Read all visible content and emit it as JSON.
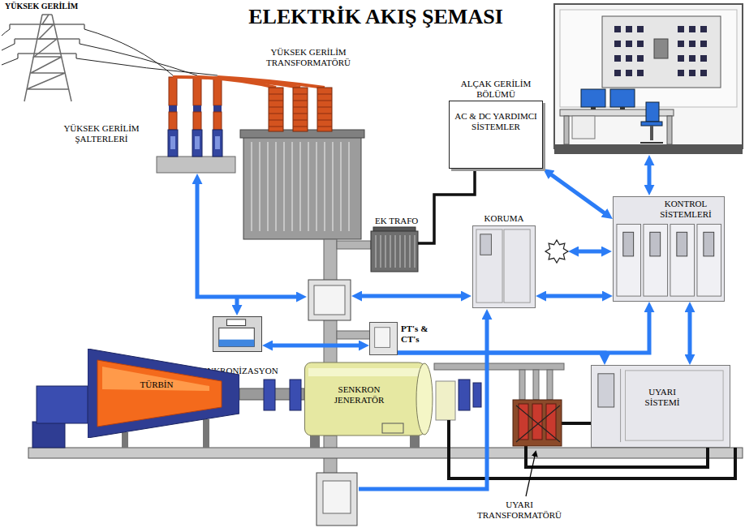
{
  "diagram": {
    "title": "ELEKTRİK AKIŞ ŞEMASI",
    "nodes": [
      {
        "text": [
          "ALÇAK GERİLİM BÖLÜMÜ",
          "AC & DC YARDIMCI SİSTEMLER"
        ]
      },
      {
        "text": [
          "KORUMA"
        ]
      },
      {
        "text": [
          "KONTROL SİSTEMLERİ"
        ]
      },
      {
        "text": [
          "PT's & CT's"
        ]
      },
      {
        "text": [
          "SENKRONİZASYON"
        ]
      },
      {
        "text": [
          "TÜRBİN"
        ]
      },
      {
        "text": [
          "SENKRON JENERATÖR"
        ]
      },
      {
        "text": [
          "UYARI SİSTEMİ"
        ]
      }
    ],
    "edges": [
      {
        "from": 1,
        "to": 2,
        "arrow": "both"
      },
      {
        "from": 0,
        "to": 2,
        "arrow": "both"
      },
      {
        "from": 2,
        "to": 7,
        "arrow": "both"
      },
      {
        "from": 4,
        "to": 3,
        "arrow": "both"
      },
      {
        "from": 3,
        "to": 2,
        "arrow": "to"
      },
      {
        "from": 3,
        "to": 7,
        "arrow": "to"
      }
    ],
    "labels": [
      "YÜKSEK GERİLİM",
      "YÜKSEK GERİLİM TRANSFORMATÖRÜ",
      "YÜKSEK GERİLİM ŞALTERLERİ",
      "EK TRAFO",
      "UYARI TRANSFORMATÖRÜ"
    ]
  }
}
